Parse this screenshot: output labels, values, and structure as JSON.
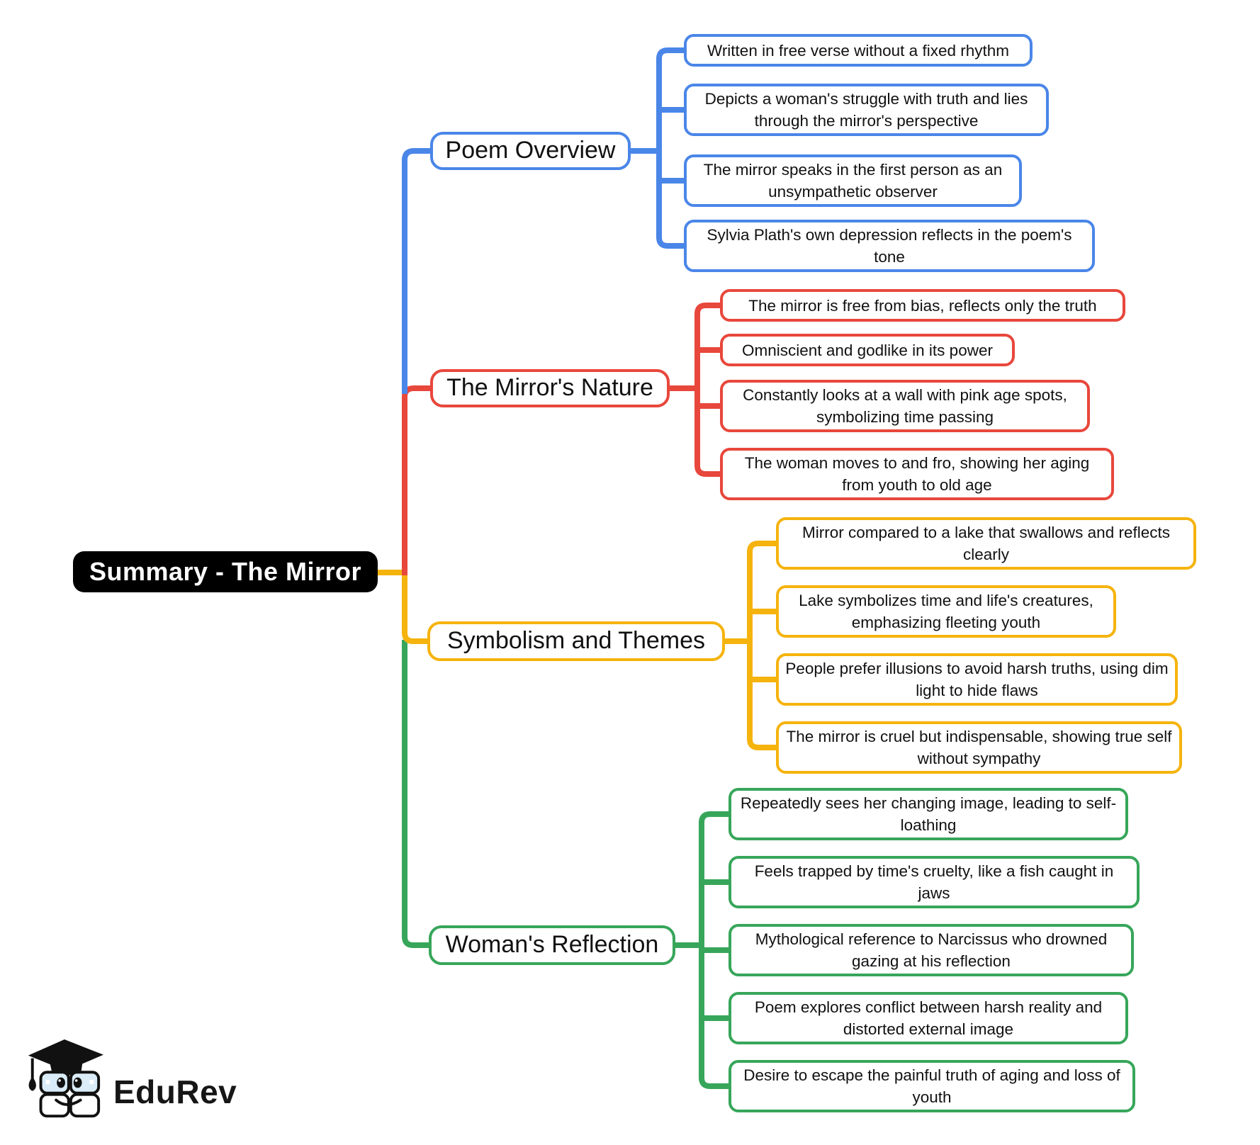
{
  "root": {
    "label": "Summary - The Mirror",
    "bg": "#000000",
    "text_color": "#ffffff"
  },
  "branches": [
    {
      "label": "Poem Overview",
      "color": "#4a86e8",
      "leaves": [
        "Written in free verse without a fixed rhythm",
        "Depicts a woman's struggle with truth and lies through the mirror's perspective",
        "The mirror speaks in the first person as an unsympathetic observer",
        "Sylvia Plath's own depression reflects in the poem's tone"
      ]
    },
    {
      "label": "The Mirror's Nature",
      "color": "#e8473c",
      "leaves": [
        "The mirror is free from bias, reflects only the truth",
        "Omniscient and godlike in its power",
        "Constantly looks at a wall with pink age spots, symbolizing time passing",
        "The woman moves to and fro, showing her aging from youth to old age"
      ]
    },
    {
      "label": "Symbolism and Themes",
      "color": "#f5b30d",
      "leaves": [
        "Mirror compared to a lake that swallows and reflects clearly",
        "Lake symbolizes time and life's creatures, emphasizing fleeting youth",
        "People prefer illusions to avoid harsh truths, using dim light to hide flaws",
        "The mirror is cruel but indispensable, showing true self without sympathy"
      ]
    },
    {
      "label": "Woman's Reflection",
      "color": "#37a65a",
      "leaves": [
        "Repeatedly sees her changing image, leading to self-loathing",
        "Feels trapped by time's cruelty, like a fish caught in jaws",
        "Mythological reference to Narcissus who drowned gazing at his reflection",
        "Poem explores conflict between harsh reality and distorted external image",
        "Desire to escape the painful truth of aging and loss of youth"
      ]
    }
  ],
  "logo": {
    "brand": "EduRev"
  }
}
